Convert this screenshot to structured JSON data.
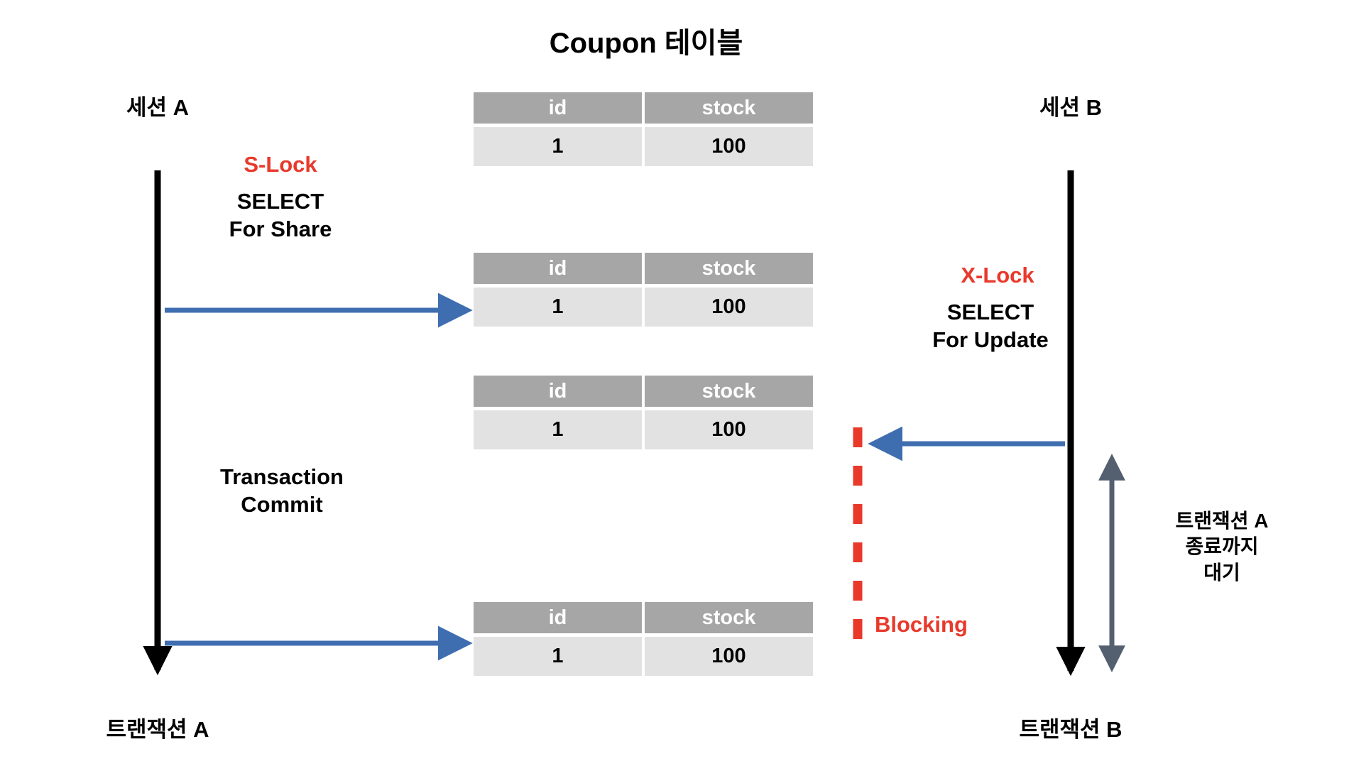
{
  "title": "Coupon 테이블",
  "colors": {
    "lock_red": "#e8392b",
    "arrow_blue": "#3f6eb0",
    "wait_arrow": "#546070",
    "lifeline_black": "#000000",
    "table_header_bg": "#a6a6a6",
    "table_row_bg": "#e2e2e2"
  },
  "lanes": {
    "left": {
      "top_label": "세션 A",
      "bottom_label": "트랜잭션 A"
    },
    "right": {
      "top_label": "세션 B",
      "bottom_label": "트랜잭션 B"
    }
  },
  "steps": [
    {
      "lock": "S-Lock",
      "statement_line1": "SELECT",
      "statement_line2": "For Share"
    },
    {
      "lock": "X-Lock",
      "statement_line1": "SELECT",
      "statement_line2": "For Update"
    },
    {
      "lock": "",
      "statement_line1": "Transaction",
      "statement_line2": "Commit"
    }
  ],
  "blocking_label": "Blocking",
  "wait_note": {
    "line1": "트랜잭션 A",
    "line2": "종료까지",
    "line3": "대기"
  },
  "table": {
    "columns": [
      "id",
      "stock"
    ],
    "rows": [
      [
        "1",
        "100"
      ]
    ]
  },
  "snapshots": [
    {
      "columns": [
        "id",
        "stock"
      ],
      "rows": [
        [
          "1",
          "100"
        ]
      ]
    },
    {
      "columns": [
        "id",
        "stock"
      ],
      "rows": [
        [
          "1",
          "100"
        ]
      ]
    },
    {
      "columns": [
        "id",
        "stock"
      ],
      "rows": [
        [
          "1",
          "100"
        ]
      ]
    },
    {
      "columns": [
        "id",
        "stock"
      ],
      "rows": [
        [
          "1",
          "100"
        ]
      ]
    }
  ]
}
